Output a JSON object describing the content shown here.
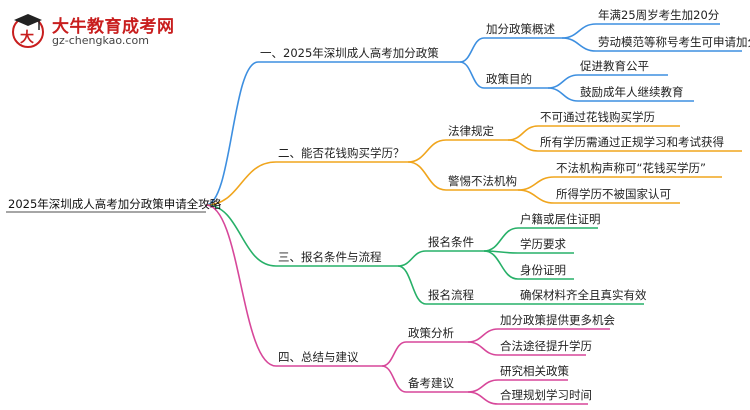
{
  "brand": {
    "logo_icon": "mortarboard-bull-logo",
    "name": "大牛教育成考网",
    "url": "gz-chengkao.com",
    "brand_color": "#c81e1e"
  },
  "colors": {
    "branch1": "#3d8fe0",
    "branch2": "#f0a51d",
    "branch3": "#27b068",
    "branch4": "#d7479a",
    "root_line": "#888888"
  },
  "mindmap": {
    "root": "2025年深圳成人高考加分政策申请全攻略",
    "branches": [
      {
        "label": "一、2025年深圳成人高考加分政策",
        "children": [
          {
            "label": "加分政策概述",
            "children": [
              "年满25周岁考生加20分",
              "劳动模范等称号考生可申请加分"
            ]
          },
          {
            "label": "政策目的",
            "children": [
              "促进教育公平",
              "鼓励成年人继续教育"
            ]
          }
        ]
      },
      {
        "label": "二、能否花钱购买学历？",
        "children": [
          {
            "label": "法律规定",
            "children": [
              "不可通过花钱购买学历",
              "所有学历需通过正规学习和考试获得"
            ]
          },
          {
            "label": "警惕不法机构",
            "children": [
              "不法机构声称可“花钱买学历”",
              "所得学历不被国家认可"
            ]
          }
        ]
      },
      {
        "label": "三、报名条件与流程",
        "children": [
          {
            "label": "报名条件",
            "children": [
              "户籍或居住证明",
              "学历要求",
              "身份证明"
            ]
          },
          {
            "label": "报名流程",
            "children": [
              "确保材料齐全且真实有效"
            ]
          }
        ]
      },
      {
        "label": "四、总结与建议",
        "children": [
          {
            "label": "政策分析",
            "children": [
              "加分政策提供更多机会",
              "合法途径提升学历"
            ]
          },
          {
            "label": "备考建议",
            "children": [
              "研究相关政策",
              "合理规划学习时间"
            ]
          }
        ]
      }
    ]
  }
}
